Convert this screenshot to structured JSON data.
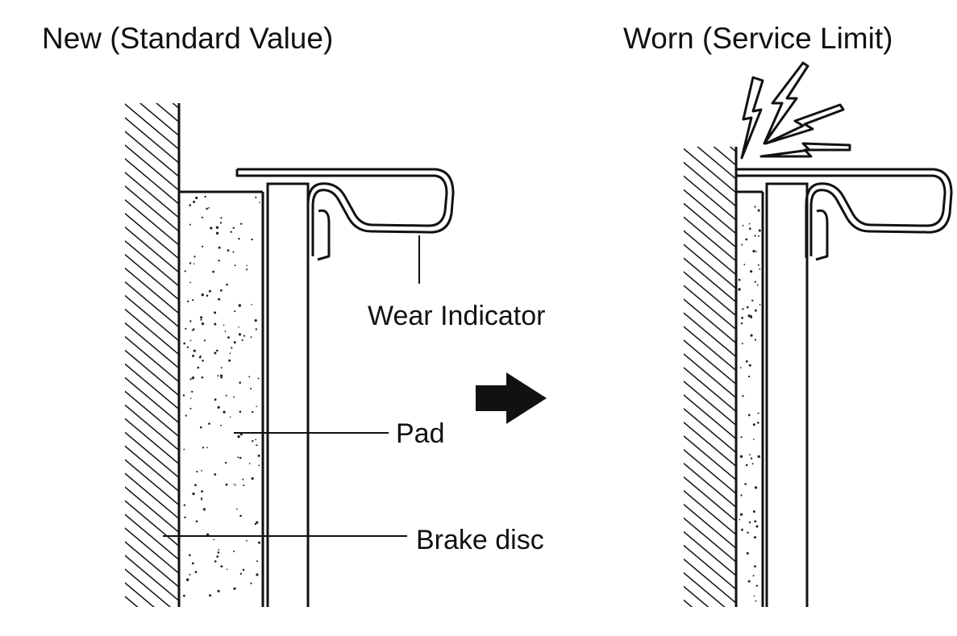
{
  "titles": {
    "new": "New (Standard Value)",
    "worn": "Worn (Service Limit)"
  },
  "labels": {
    "wear_indicator": "Wear Indicator",
    "pad": "Pad",
    "brake_disc": "Brake disc"
  },
  "colors": {
    "line": "#111111",
    "background": "#ffffff"
  },
  "icons": [
    "arrow-right-icon",
    "spark-icon"
  ]
}
